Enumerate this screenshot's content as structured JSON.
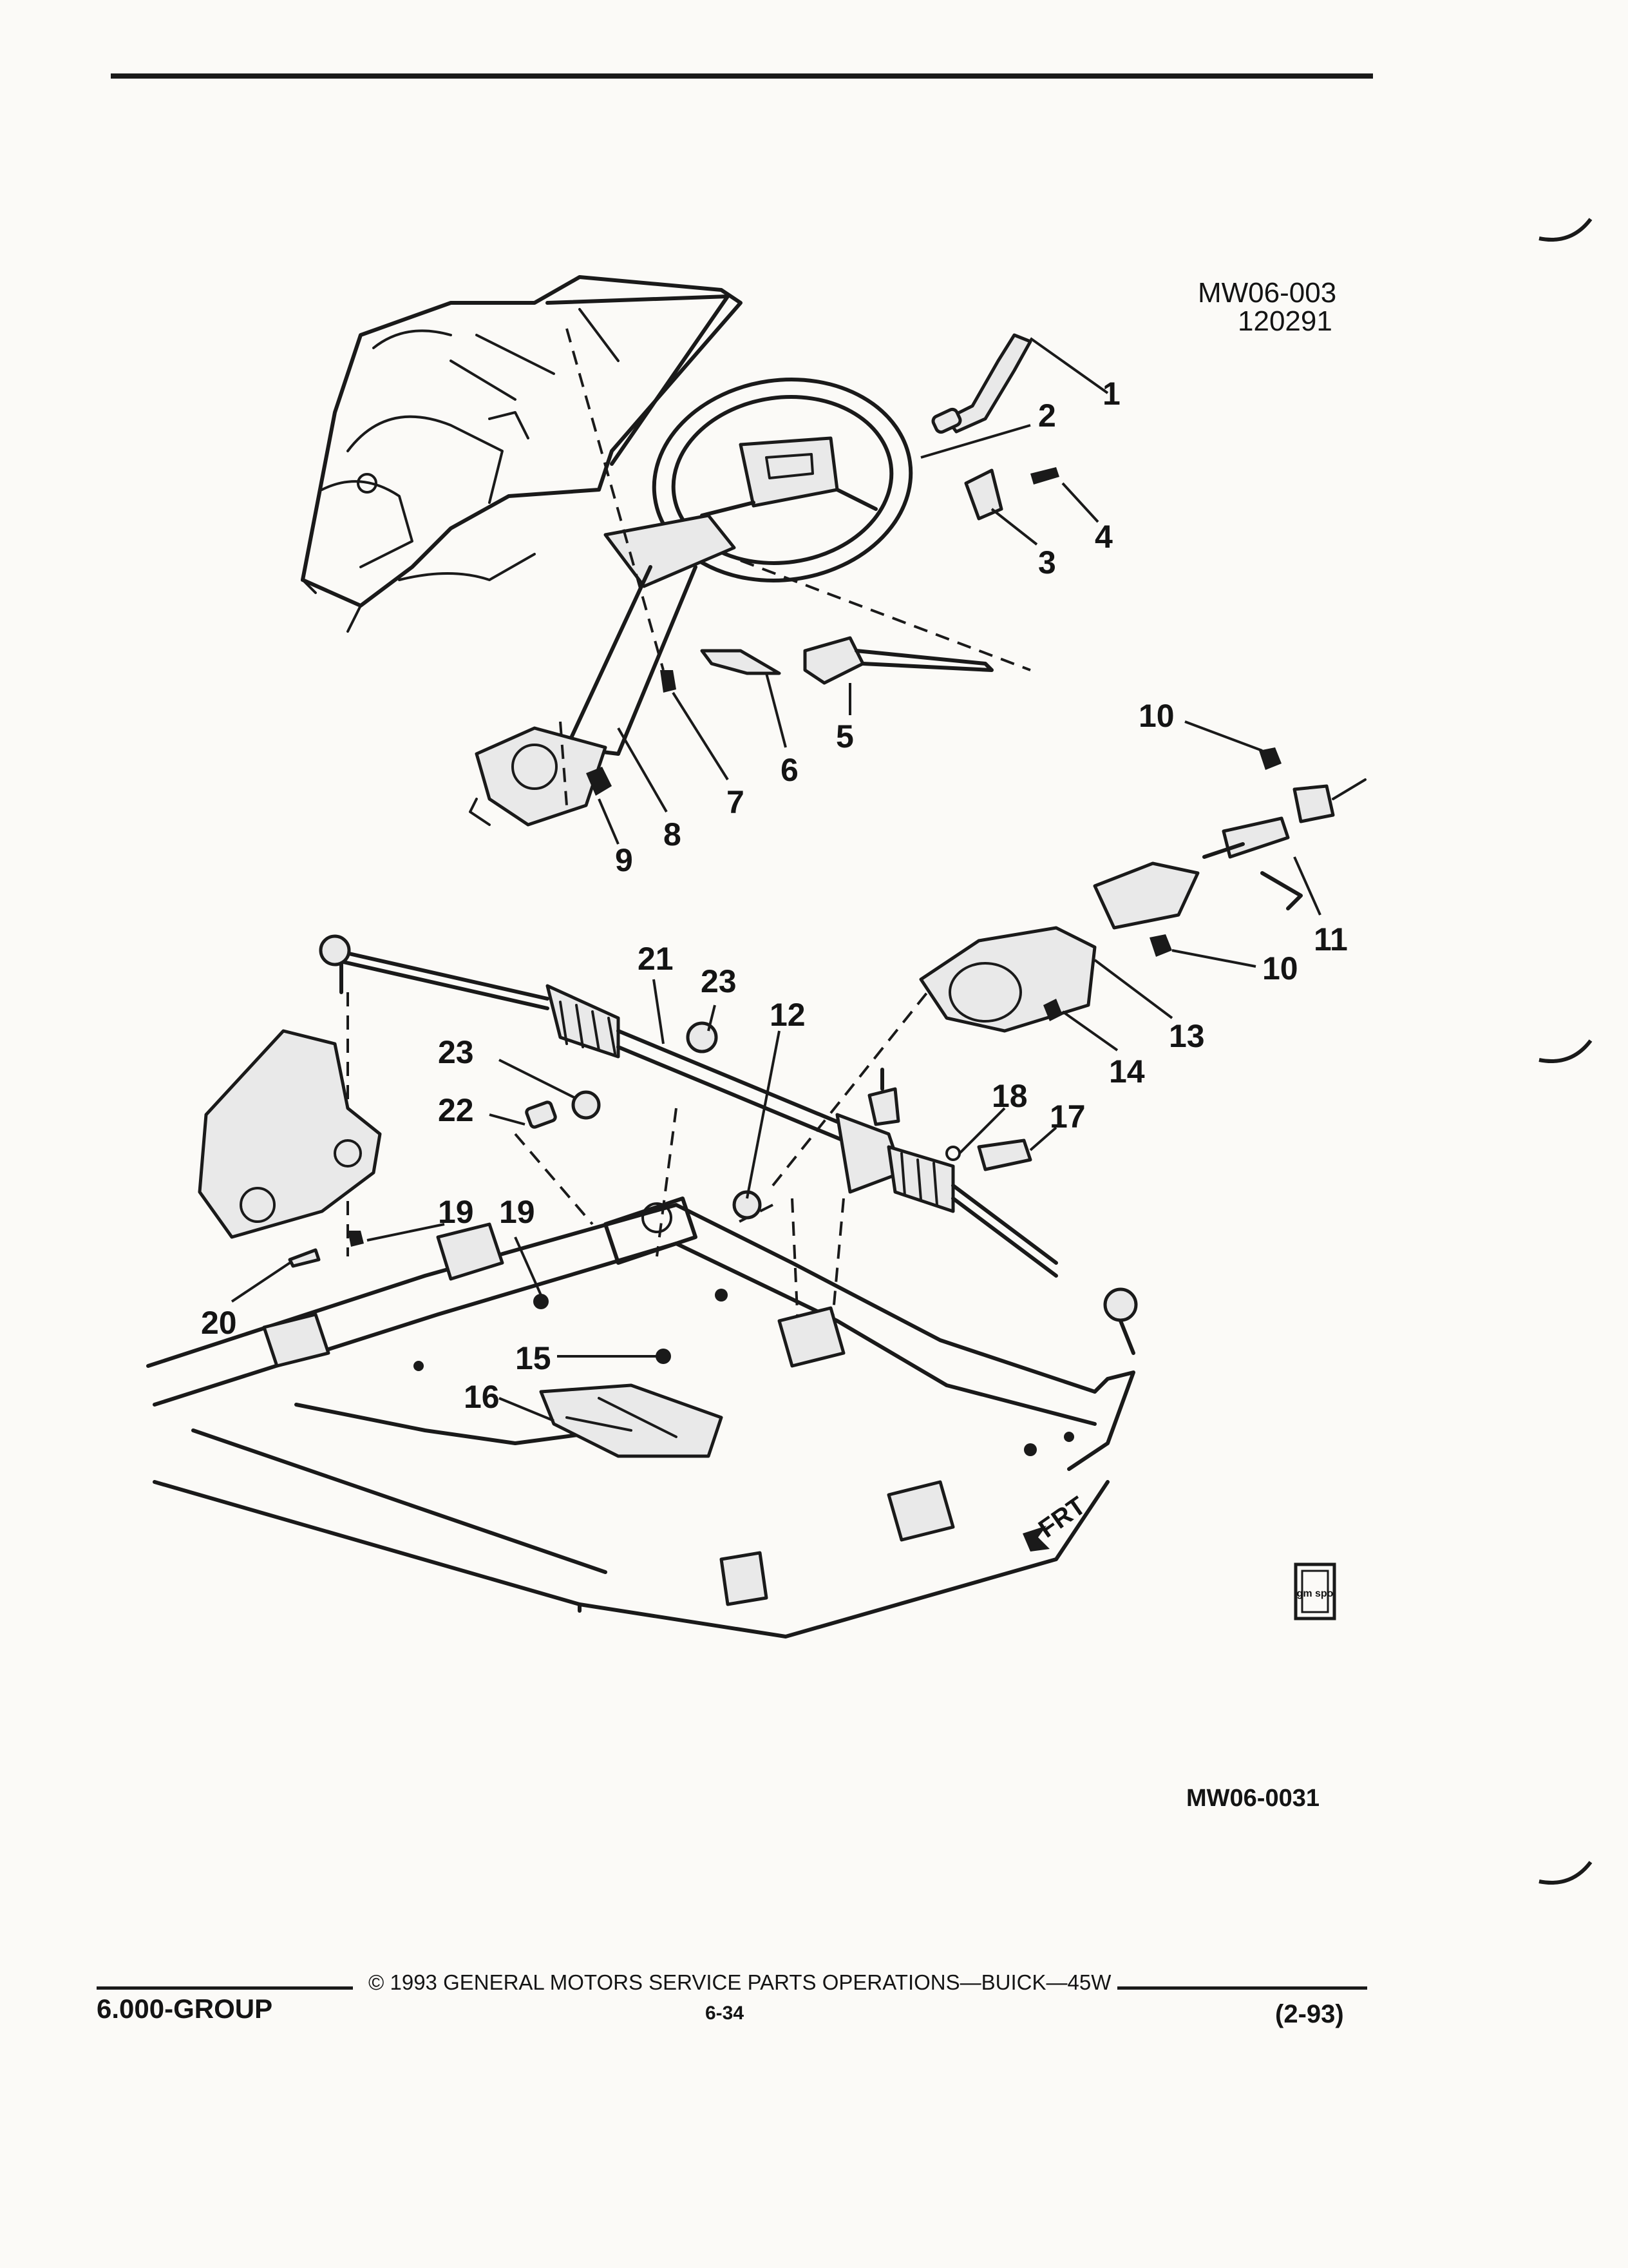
{
  "figure": {
    "id_code": "MW06-003",
    "date_code": "120291",
    "figure_number": "MW06-0031",
    "front_indicator": "FRT",
    "logo_text": "gm spo",
    "callouts": [
      "1",
      "2",
      "3",
      "4",
      "5",
      "6",
      "7",
      "8",
      "9",
      "10",
      "10",
      "11",
      "12",
      "13",
      "14",
      "15",
      "16",
      "17",
      "18",
      "19",
      "19",
      "20",
      "21",
      "22",
      "23",
      "23"
    ]
  },
  "footer": {
    "copyright": "© 1993 GENERAL MOTORS SERVICE PARTS OPERATIONS—BUICK—45W",
    "group": "6.000-GROUP",
    "page": "6-34",
    "revision": "(2-93)"
  }
}
